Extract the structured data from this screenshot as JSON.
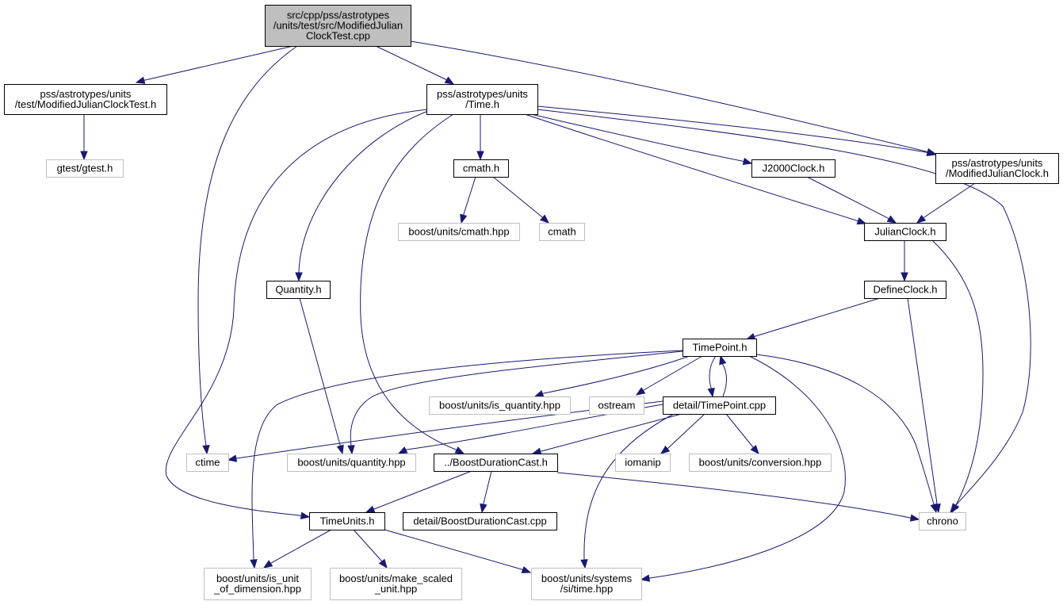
{
  "colors": {
    "edge": "#191970",
    "root_fill": "#bfbfbf",
    "node_border": "#000000",
    "external_border": "#bfbfbf",
    "text": "#000000",
    "background": "#ffffff"
  },
  "nodes": [
    {
      "id": "root",
      "kind": "root",
      "lines": [
        "src/cpp/pss/astrotypes",
        "/units/test/src/ModifiedJulian",
        "ClockTest.cpp"
      ]
    },
    {
      "id": "mjct_h",
      "kind": "local",
      "lines": [
        "pss/astrotypes/units",
        "/test/ModifiedJulianClockTest.h"
      ]
    },
    {
      "id": "time_h",
      "kind": "local",
      "lines": [
        "pss/astrotypes/units",
        "/Time.h"
      ]
    },
    {
      "id": "mjc_h",
      "kind": "local",
      "lines": [
        "pss/astrotypes/units",
        "/ModifiedJulianClock.h"
      ]
    },
    {
      "id": "gtest",
      "kind": "external",
      "lines": [
        "gtest/gtest.h"
      ]
    },
    {
      "id": "cmath_h",
      "kind": "local",
      "lines": [
        "cmath.h"
      ]
    },
    {
      "id": "j2000",
      "kind": "local",
      "lines": [
        "J2000Clock.h"
      ]
    },
    {
      "id": "boost_cmath",
      "kind": "external",
      "lines": [
        "boost/units/cmath.hpp"
      ]
    },
    {
      "id": "cmath",
      "kind": "external",
      "lines": [
        "cmath"
      ]
    },
    {
      "id": "julian",
      "kind": "local",
      "lines": [
        "JulianClock.h"
      ]
    },
    {
      "id": "quantity_h",
      "kind": "local",
      "lines": [
        "Quantity.h"
      ]
    },
    {
      "id": "defineclock",
      "kind": "local",
      "lines": [
        "DefineClock.h"
      ]
    },
    {
      "id": "timepoint_h",
      "kind": "local",
      "lines": [
        "TimePoint.h"
      ]
    },
    {
      "id": "is_quantity",
      "kind": "external",
      "lines": [
        "boost/units/is_quantity.hpp"
      ]
    },
    {
      "id": "ostream",
      "kind": "external",
      "lines": [
        "ostream"
      ]
    },
    {
      "id": "timepoint_cpp",
      "kind": "local",
      "lines": [
        "detail/TimePoint.cpp"
      ]
    },
    {
      "id": "ctime",
      "kind": "external",
      "lines": [
        "ctime"
      ]
    },
    {
      "id": "quantity_hpp",
      "kind": "external",
      "lines": [
        "boost/units/quantity.hpp"
      ]
    },
    {
      "id": "bdc_h",
      "kind": "local",
      "lines": [
        "../BoostDurationCast.h"
      ]
    },
    {
      "id": "iomanip",
      "kind": "external",
      "lines": [
        "iomanip"
      ]
    },
    {
      "id": "conversion",
      "kind": "external",
      "lines": [
        "boost/units/conversion.hpp"
      ]
    },
    {
      "id": "chrono",
      "kind": "external",
      "lines": [
        "chrono"
      ]
    },
    {
      "id": "timeunits",
      "kind": "local",
      "lines": [
        "TimeUnits.h"
      ]
    },
    {
      "id": "bdc_cpp",
      "kind": "local",
      "lines": [
        "detail/BoostDurationCast.cpp"
      ]
    },
    {
      "id": "is_unit",
      "kind": "external",
      "lines": [
        "boost/units/is_unit",
        "_of_dimension.hpp"
      ]
    },
    {
      "id": "make_scaled",
      "kind": "external",
      "lines": [
        "boost/units/make_scaled",
        "_unit.hpp"
      ]
    },
    {
      "id": "si_time",
      "kind": "external",
      "lines": [
        "boost/units/systems",
        "/si/time.hpp"
      ]
    }
  ],
  "edges": [
    {
      "from": "root",
      "to": "mjct_h"
    },
    {
      "from": "root",
      "to": "time_h"
    },
    {
      "from": "root",
      "to": "mjc_h"
    },
    {
      "from": "root",
      "to": "ctime"
    },
    {
      "from": "mjct_h",
      "to": "gtest"
    },
    {
      "from": "time_h",
      "to": "cmath_h"
    },
    {
      "from": "time_h",
      "to": "j2000"
    },
    {
      "from": "time_h",
      "to": "julian"
    },
    {
      "from": "time_h",
      "to": "mjc_h"
    },
    {
      "from": "time_h",
      "to": "quantity_h"
    },
    {
      "from": "time_h",
      "to": "bdc_h"
    },
    {
      "from": "time_h",
      "to": "timeunits"
    },
    {
      "from": "time_h",
      "to": "chrono"
    },
    {
      "from": "cmath_h",
      "to": "boost_cmath"
    },
    {
      "from": "cmath_h",
      "to": "cmath"
    },
    {
      "from": "j2000",
      "to": "julian"
    },
    {
      "from": "mjc_h",
      "to": "julian"
    },
    {
      "from": "julian",
      "to": "defineclock"
    },
    {
      "from": "julian",
      "to": "chrono"
    },
    {
      "from": "defineclock",
      "to": "timepoint_h"
    },
    {
      "from": "defineclock",
      "to": "chrono"
    },
    {
      "from": "quantity_h",
      "to": "quantity_hpp"
    },
    {
      "from": "timepoint_h",
      "to": "is_quantity"
    },
    {
      "from": "timepoint_h",
      "to": "ostream"
    },
    {
      "from": "timepoint_h",
      "to": "timepoint_cpp"
    },
    {
      "from": "timepoint_h",
      "to": "quantity_hpp"
    },
    {
      "from": "timepoint_h",
      "to": "chrono"
    },
    {
      "from": "timepoint_h",
      "to": "is_unit"
    },
    {
      "from": "timepoint_h",
      "to": "si_time"
    },
    {
      "from": "timepoint_cpp",
      "to": "timepoint_h"
    },
    {
      "from": "timepoint_cpp",
      "to": "ctime"
    },
    {
      "from": "timepoint_cpp",
      "to": "quantity_hpp"
    },
    {
      "from": "timepoint_cpp",
      "to": "bdc_h"
    },
    {
      "from": "timepoint_cpp",
      "to": "iomanip"
    },
    {
      "from": "timepoint_cpp",
      "to": "conversion"
    },
    {
      "from": "timepoint_cpp",
      "to": "si_time"
    },
    {
      "from": "bdc_h",
      "to": "timeunits"
    },
    {
      "from": "bdc_h",
      "to": "bdc_cpp"
    },
    {
      "from": "bdc_h",
      "to": "chrono"
    },
    {
      "from": "timeunits",
      "to": "is_unit"
    },
    {
      "from": "timeunits",
      "to": "make_scaled"
    },
    {
      "from": "timeunits",
      "to": "si_time"
    }
  ]
}
